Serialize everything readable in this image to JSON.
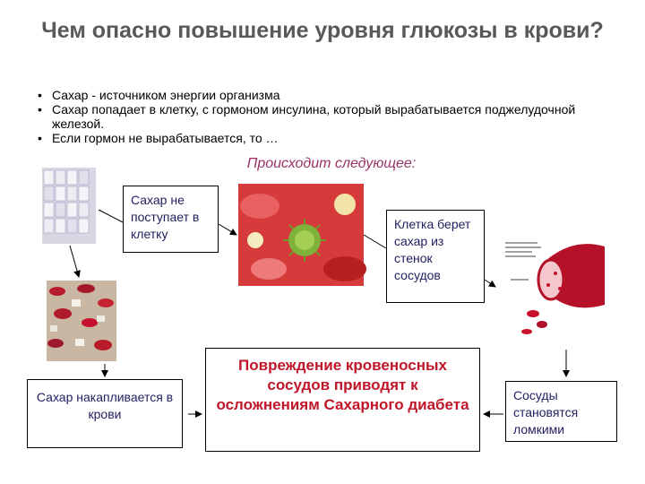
{
  "title": "Чем опасно повышение уровня глюкозы в крови?",
  "bullets": [
    "Сахар - источником энергии организма",
    "Сахар попадает в клетку, с гормоном инсулина, который вырабатывается поджелудочной железой.",
    "Если гормон не вырабатывается, то …"
  ],
  "subheading": "Происходит следующее:",
  "boxes": {
    "no_entry": "Сахар не поступает в клетку",
    "cell_takes": "Клетка берет сахар из стенок сосудов",
    "accumulates": "Сахар накапливается в крови",
    "damage": "Повреждение кровеносных сосудов приводят к осложнениям Сахарного диабета",
    "fragile": "Сосуды становятся ломкими"
  },
  "colors": {
    "title": "#595959",
    "subheading": "#993366",
    "box_text": "#1f1f5f",
    "damage_text": "#c0162a",
    "blood": "#c8102e"
  },
  "icons": [
    "sugar-cubes-image",
    "blood-cells-image",
    "virus-cells-image",
    "blood-vessel-image"
  ]
}
